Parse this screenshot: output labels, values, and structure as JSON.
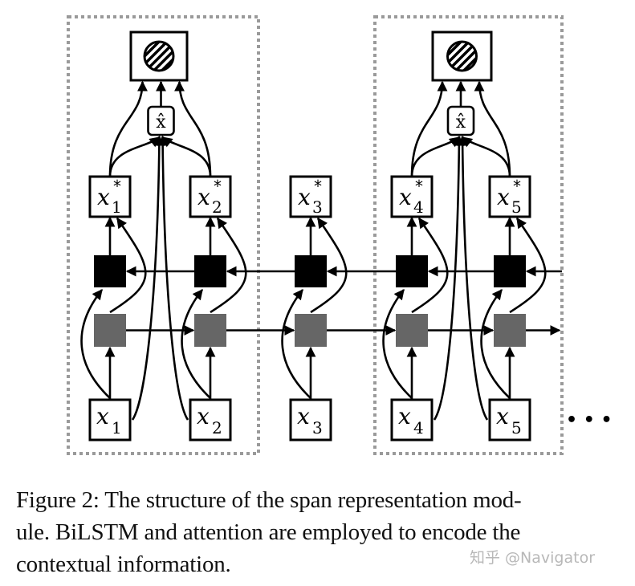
{
  "figure": {
    "panels": [
      {
        "name": "span-1",
        "columns": [
          0,
          1
        ]
      },
      {
        "name": "span-2",
        "columns": [
          3,
          4
        ]
      }
    ],
    "columns": [
      {
        "input": "x",
        "input_sub": "1",
        "output": "x",
        "output_sub": "1",
        "output_sup": "*"
      },
      {
        "input": "x",
        "input_sub": "2",
        "output": "x",
        "output_sub": "2",
        "output_sup": "*"
      },
      {
        "input": "x",
        "input_sub": "3",
        "output": "x",
        "output_sub": "3",
        "output_sup": "*"
      },
      {
        "input": "x",
        "input_sub": "4",
        "output": "x",
        "output_sub": "4",
        "output_sup": "*"
      },
      {
        "input": "x",
        "input_sub": "5",
        "output": "x",
        "output_sub": "5",
        "output_sup": "*"
      }
    ],
    "attention_label": "x̂",
    "ellipsis": "• • •",
    "colors": {
      "forward_lstm": "#666666",
      "backward_lstm": "#000000",
      "dashed_border": "#9a9a9a",
      "watermark": "#b8b8b8"
    }
  },
  "caption": {
    "line1": "Figure 2: The structure of the span representation mod-",
    "line2": "ule. BiLSTM and attention are employed to encode the",
    "line3": "contextual information."
  },
  "watermark": "知乎 @Navigator"
}
